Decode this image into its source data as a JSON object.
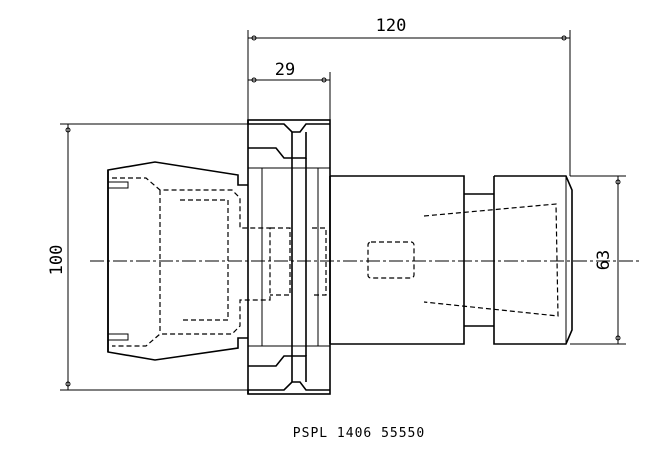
{
  "dimensions": {
    "overall_length": "120",
    "flange_length": "29",
    "flange_diameter": "100",
    "nut_diameter": "63"
  },
  "caption": "PSPL 1406 55550",
  "colors": {
    "ink": "#000000",
    "paper": "#ffffff"
  }
}
